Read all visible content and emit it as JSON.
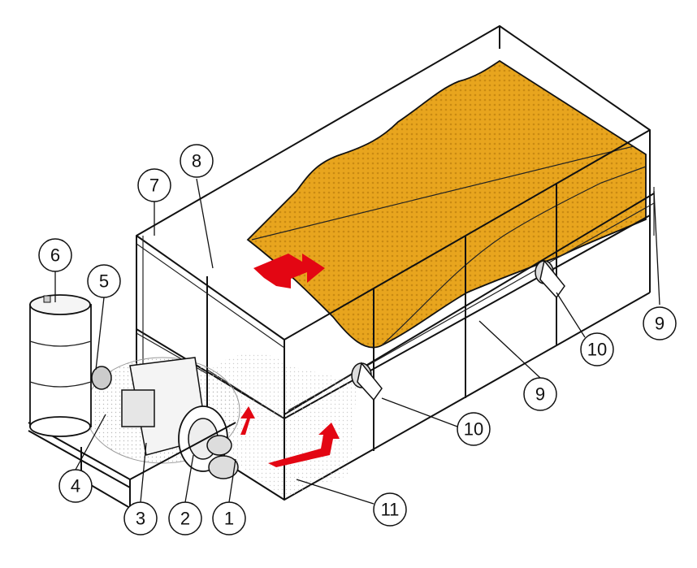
{
  "colors": {
    "grain": "#e8a51e",
    "grain_dark": "#b47c10",
    "airflow": "#e30613",
    "line": "#111111",
    "background": "#ffffff"
  },
  "callouts": [
    {
      "id": "1",
      "label": "1"
    },
    {
      "id": "2",
      "label": "2"
    },
    {
      "id": "3",
      "label": "3"
    },
    {
      "id": "4",
      "label": "4"
    },
    {
      "id": "5",
      "label": "5"
    },
    {
      "id": "6",
      "label": "6"
    },
    {
      "id": "7",
      "label": "7"
    },
    {
      "id": "8",
      "label": "8"
    },
    {
      "id": "9a",
      "label": "9"
    },
    {
      "id": "9b",
      "label": "9"
    },
    {
      "id": "10a",
      "label": "10"
    },
    {
      "id": "10b",
      "label": "10"
    },
    {
      "id": "11",
      "label": "11"
    }
  ]
}
